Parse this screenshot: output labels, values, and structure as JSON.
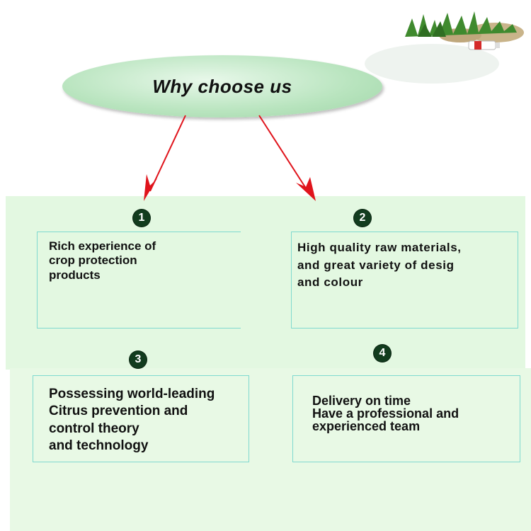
{
  "title": "Why choose us",
  "items": [
    {
      "number": "1",
      "text": "Rich experience of\ncrop protection\nproducts"
    },
    {
      "number": "2",
      "text": " High quality raw materials,\nand great variety of desig\nand colour"
    },
    {
      "number": "3",
      "text": "Possessing world-leading\nCitrus prevention and\ncontrol theory\nand technology"
    },
    {
      "number": "4",
      "text": "Delivery on time\nHave a professional and\nexperienced team"
    }
  ],
  "colors": {
    "arrow": "#e0141c",
    "badge": "#123c1e",
    "card_border": "#7fd9cf",
    "panel": "#e3f8e1"
  },
  "icons": [
    "grass-and-rocks-decoration-icon",
    "product-bottle-icon",
    "down-arrow-icon"
  ]
}
